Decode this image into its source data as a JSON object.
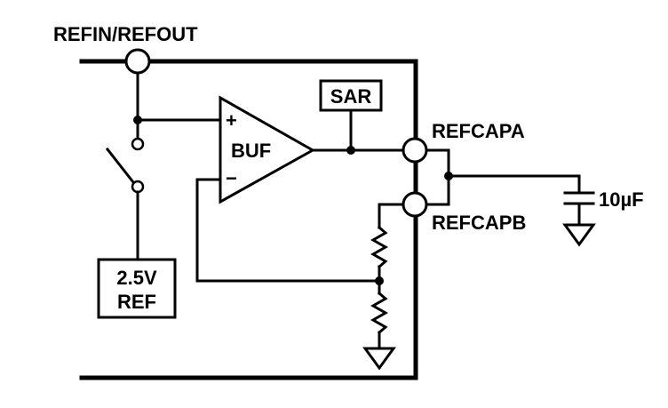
{
  "pins": {
    "refin_refout": "REFIN/REFOUT",
    "refcapa": "REFCAPA",
    "refcapb": "REFCAPB"
  },
  "blocks": {
    "sar": "SAR",
    "buf": "BUF",
    "ref_line1": "2.5V",
    "ref_line2": "REF"
  },
  "opamp": {
    "plus": "+",
    "minus": "−"
  },
  "capacitor": {
    "value": "10µF"
  }
}
